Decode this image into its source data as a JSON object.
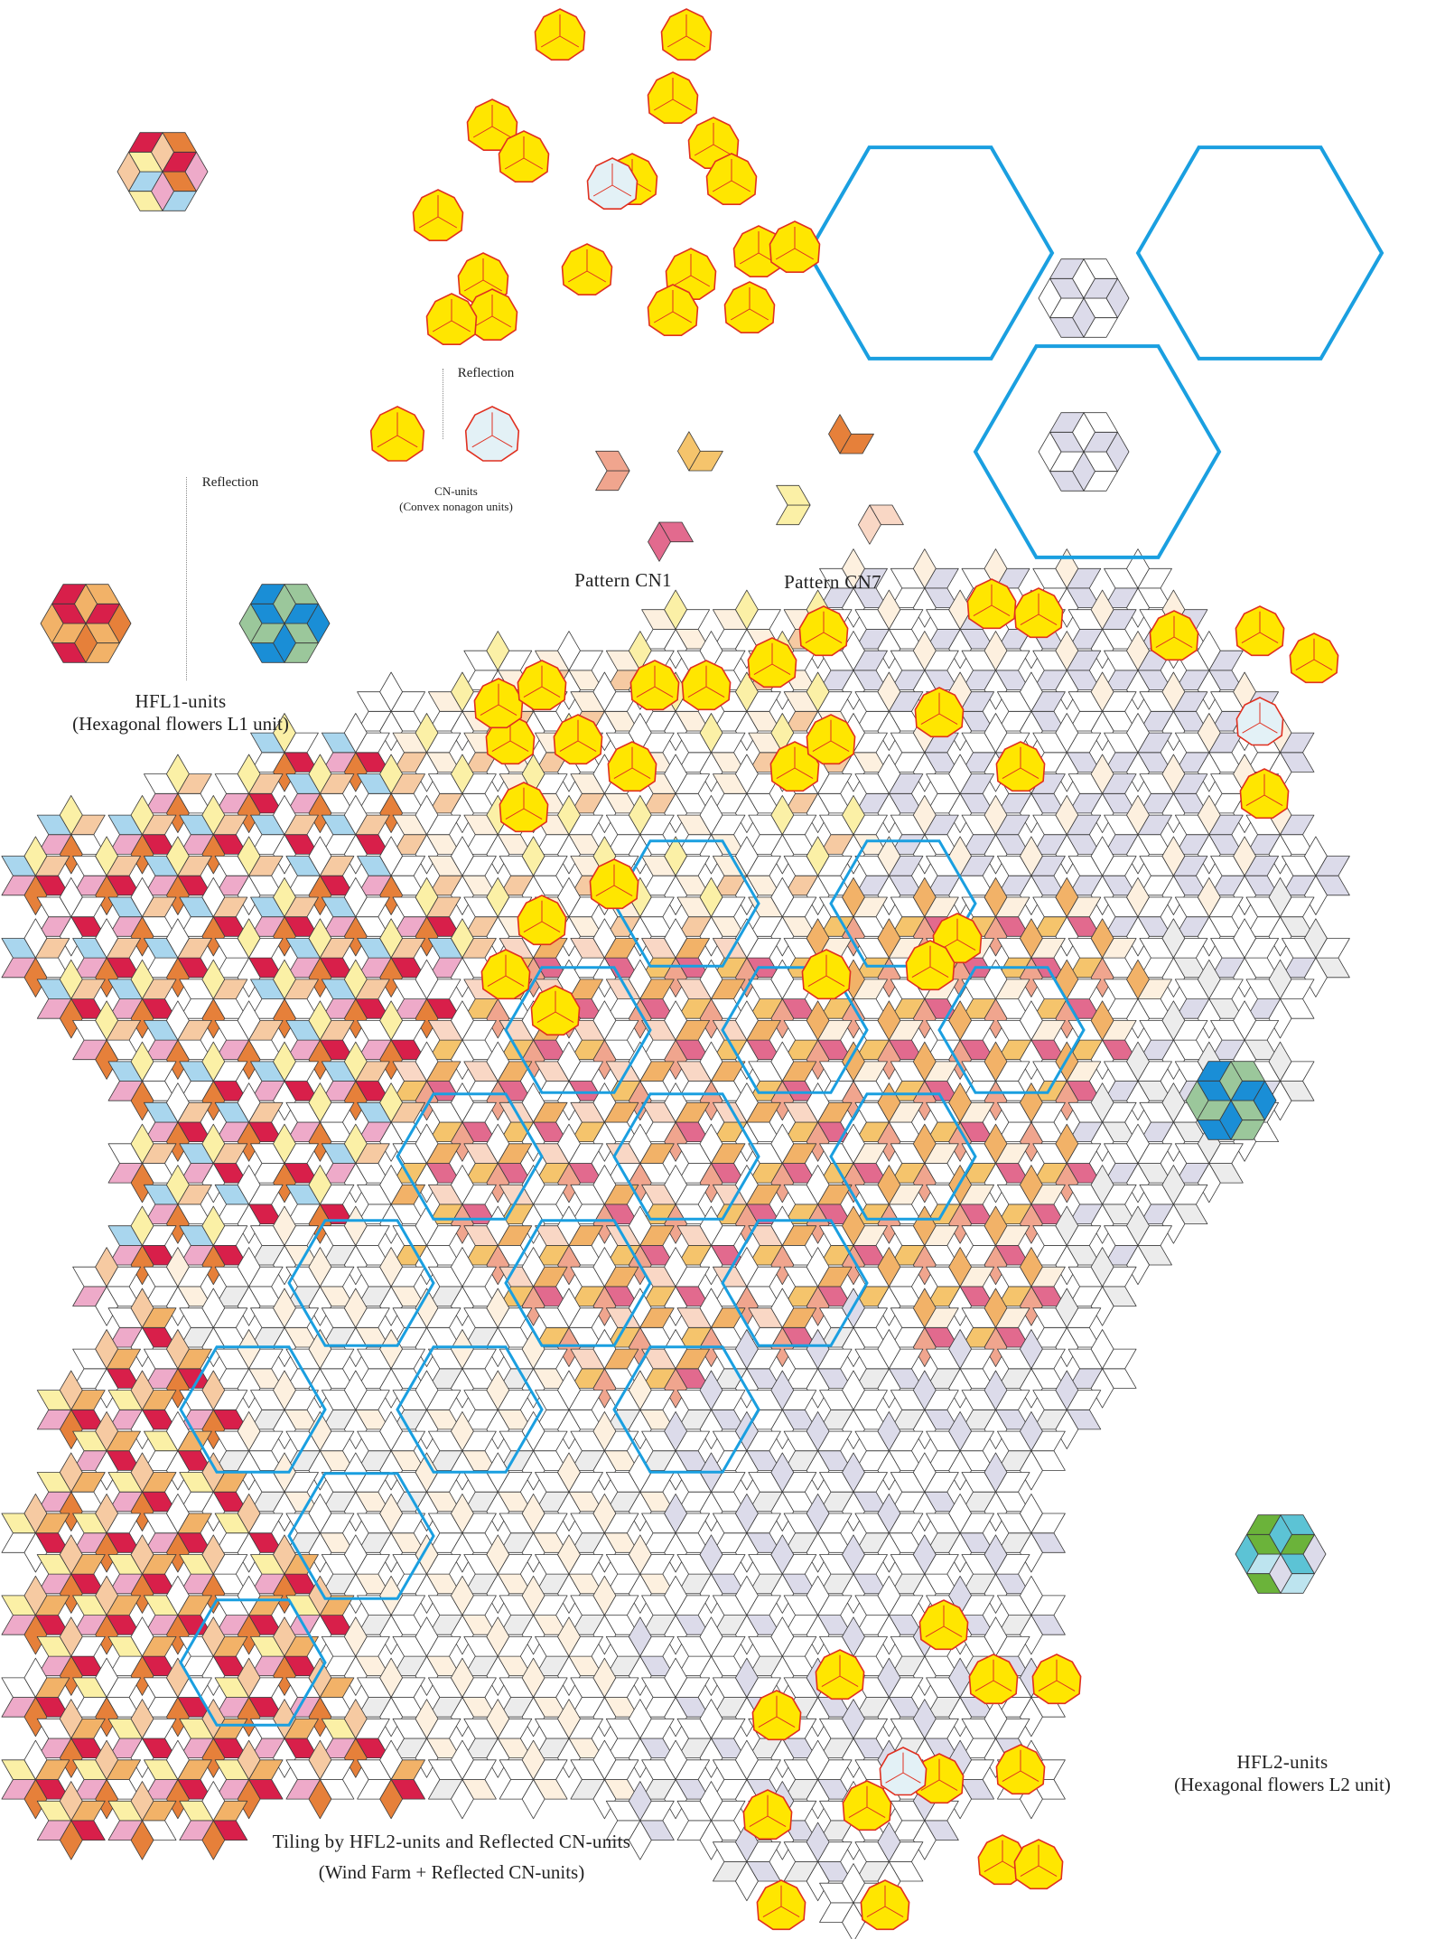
{
  "colors": {
    "crimson": "#d81f4a",
    "orange": "#e6803a",
    "pink": "#eeaac9",
    "light_blue": "#a9d6ee",
    "light_yellow": "#fbf0a6",
    "peach": "#f6caa2",
    "tan": "#f2b268",
    "salmon": "#f0a58e",
    "rose": "#e26a8e",
    "gold": "#f5c46c",
    "blush": "#f9d7c5",
    "cream": "#fdf0df",
    "lavender": "#dcdbea",
    "pale_gray": "#ececec",
    "white": "#ffffff",
    "yellow_unit": "#ffe600",
    "reflected_unit": "#e3f1f6",
    "blue_flower": "#1a8ed6",
    "green_flower": "#9bc79b",
    "green_l2": "#6bb33a",
    "teal_l2": "#5cc3d5",
    "pale_teal_l2": "#bde4ef",
    "hex_outline": "#1a9fe0",
    "unit_outline": "#e03020"
  },
  "labels": {
    "hfl1_reflection": "Reflection",
    "cn_reflection": "Reflection",
    "cn_units_line1": "CN-units",
    "cn_units_line2": "(Convex nonagon units)",
    "pattern_cn1": "Pattern CN1",
    "pattern_cn7": "Pattern CN7",
    "hfl1_line1": "HFL1-units",
    "hfl1_line2": "(Hexagonal flowers L1 unit)",
    "hfl2_line1": "HFL2-units",
    "hfl2_line2": "(Hexagonal flowers L2 unit)",
    "tiling_line1": "Tiling by HFL2-units and Reflected CN-units",
    "tiling_line2": "(Wind Farm + Reflected CN-units)"
  }
}
